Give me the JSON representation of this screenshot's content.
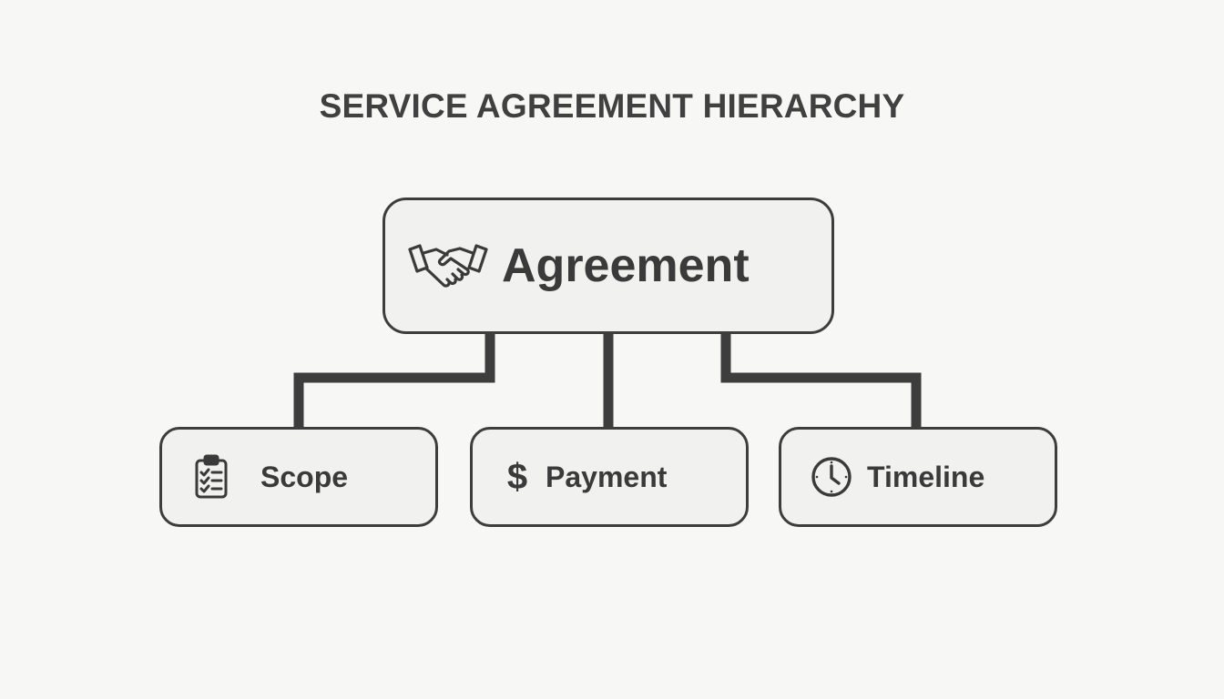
{
  "diagram": {
    "title": "SERVICE AGREEMENT HIERARCHY",
    "root": {
      "label": "Agreement",
      "icon": "handshake-icon"
    },
    "children": [
      {
        "label": "Scope",
        "icon": "clipboard-checklist-icon"
      },
      {
        "label": "Payment",
        "icon": "dollar-icon",
        "glyph": "$"
      },
      {
        "label": "Timeline",
        "icon": "clock-icon"
      }
    ]
  },
  "colors": {
    "background": "#f7f7f6",
    "node_fill": "#f1f1f0",
    "stroke": "#3d3d3d",
    "text": "#3a3a3a"
  }
}
